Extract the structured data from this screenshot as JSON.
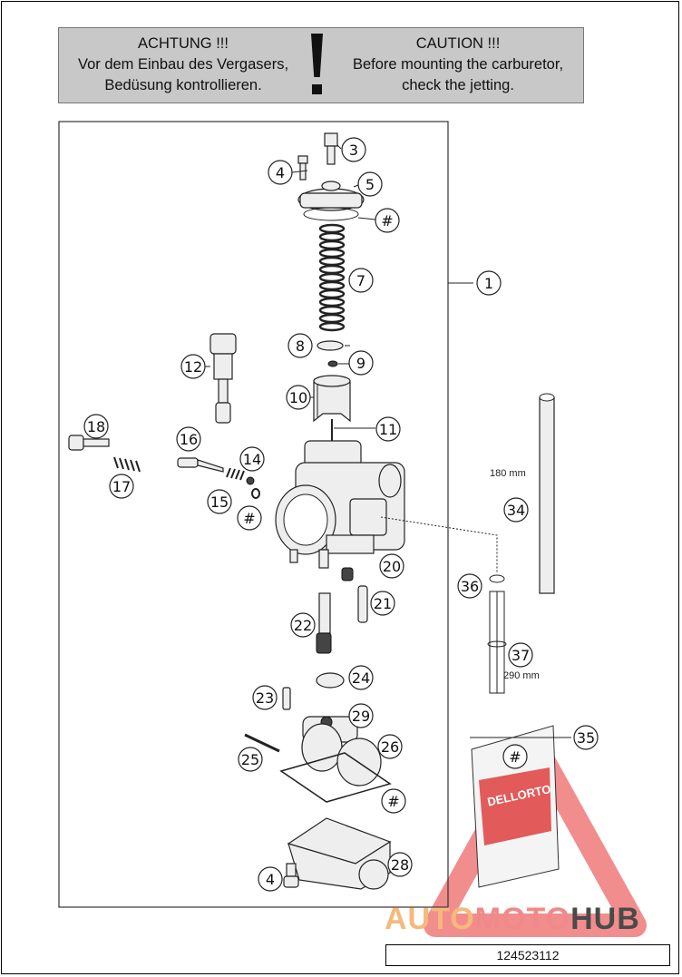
{
  "caution": {
    "de_line1": "ACHTUNG !!!",
    "de_line2": "Vor dem Einbau des Vergasers,",
    "de_line3": "Bedüsung kontrollieren.",
    "en_line1": "CAUTION !!!",
    "en_line2": "Before mounting the carburetor,",
    "en_line3": "check the jetting."
  },
  "labels": {
    "p1": "1",
    "p3": "3",
    "p4a": "4",
    "p4b": "4",
    "p5": "5",
    "p7": "7",
    "p8": "8",
    "p9": "9",
    "p10": "10",
    "p11": "11",
    "p12": "12",
    "p14": "14",
    "p15": "15",
    "p16": "16",
    "p17": "17",
    "p18": "18",
    "p20": "20",
    "p21": "21",
    "p22": "22",
    "p23": "23",
    "p24": "24",
    "p25": "25",
    "p26": "26",
    "p28": "28",
    "p29": "29",
    "p34": "34",
    "p35": "35",
    "p36": "36",
    "p37": "37",
    "hash": "#"
  },
  "measurements": {
    "hose_short": "180 mm",
    "hose_long": "290 mm"
  },
  "jet_kit": {
    "brand": "DELLORTO"
  },
  "watermark": {
    "part1": "AUTO",
    "part2": "MOTO",
    "part3": "HUB",
    "colors": {
      "auto": "#f5b97a",
      "moto": "#f08a8a",
      "hub": "#4a4a4a",
      "triangle": "#e83030"
    }
  },
  "footer": {
    "code": "124523112"
  }
}
